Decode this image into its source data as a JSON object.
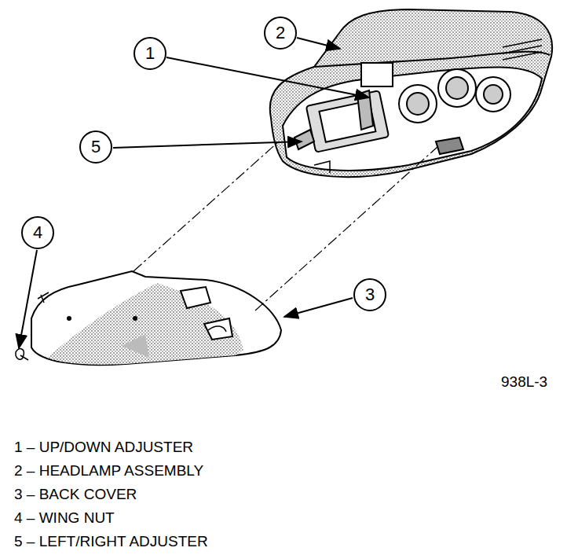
{
  "diagram": {
    "nodes": [
      {
        "text": [
          "1"
        ]
      },
      {
        "text": [
          "2"
        ]
      },
      {
        "text": [
          "5"
        ]
      },
      {
        "text": [
          "4"
        ]
      },
      {
        "text": [
          "3"
        ]
      }
    ],
    "labels": [
      "938L-3",
      "1 – UP/DOWN ADJUSTER",
      "2 – HEADLAMP ASSEMBLY",
      "3 – BACK COVER",
      "4 – WING NUT",
      "5 – LEFT/RIGHT ADJUSTER"
    ]
  }
}
